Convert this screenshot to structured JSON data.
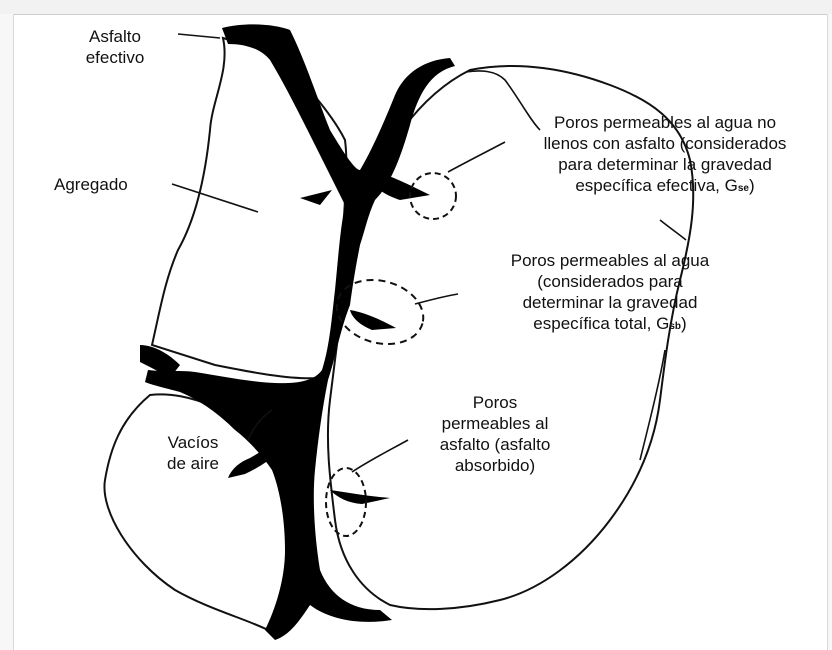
{
  "labels": {
    "asfalto_efectivo": [
      "Asfalto",
      "efectivo"
    ],
    "agregado": "Agregado",
    "vacios_aire": [
      "Vacíos",
      "de aire"
    ],
    "poros_no_llenos": {
      "lines": [
        "Poros permeables al agua no",
        "llenos con asfalto (considerados",
        "para determinar la gravedad"
      ],
      "last_prefix": "específica efectiva, G",
      "last_sub": "se",
      "last_suffix": ")"
    },
    "poros_agua": {
      "lines": [
        "Poros permeables al agua",
        "(considerados para",
        "determinar la gravedad"
      ],
      "last_prefix": "específica total, G",
      "last_sub": "sb",
      "last_suffix": ")"
    },
    "poros_asfalto": [
      "Poros",
      "permeables al",
      "asfalto (asfalto",
      "absorbido)"
    ]
  },
  "colors": {
    "asphalt": "#000000",
    "outline": "#111111",
    "background": "#ffffff"
  }
}
